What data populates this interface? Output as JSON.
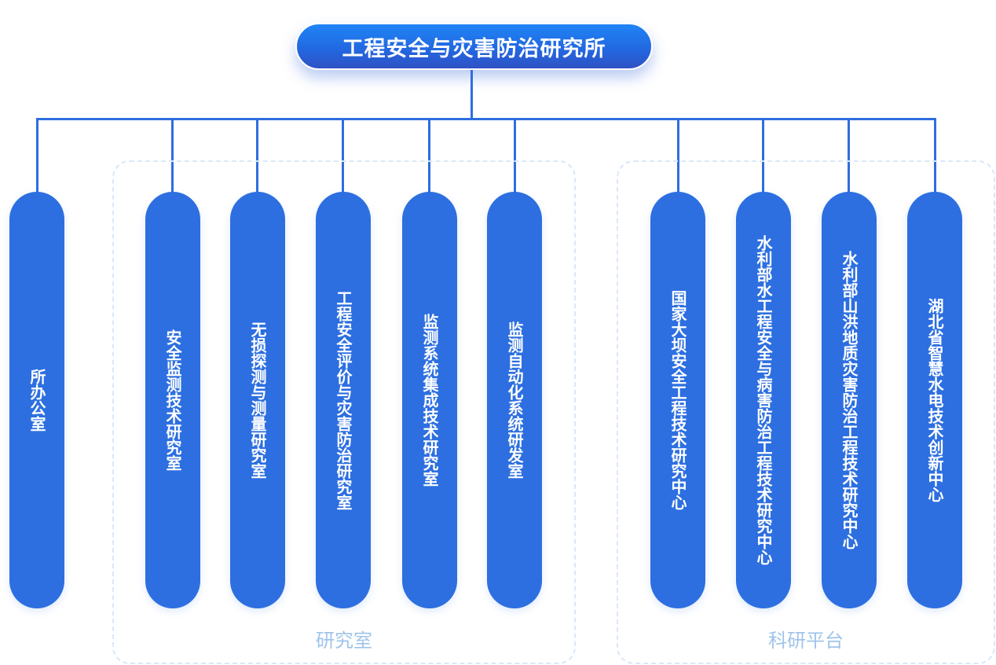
{
  "root": {
    "title": "工程安全与灾害防治研究所"
  },
  "colors": {
    "primary": "#2d6fe0",
    "line": "#2e6ee0",
    "group_border": "#d9e8f8",
    "group_label": "#9fc4ea"
  },
  "standalone": [
    {
      "label": "所办公室"
    }
  ],
  "groups": [
    {
      "label": "研究室",
      "items": [
        {
          "label": "安全监测技术研究室"
        },
        {
          "label": "无损探测与测量研究室"
        },
        {
          "label": "工程安全评价与灾害防治研究室"
        },
        {
          "label": "监测系统集成技术研究室"
        },
        {
          "label": "监测自动化系统研发室"
        }
      ]
    },
    {
      "label": "科研平台",
      "items": [
        {
          "label": "国家大坝安全工程技术研究中心"
        },
        {
          "label": "水利部水工程安全与病害防治工程技术研究中心"
        },
        {
          "label": "水利部山洪地质灾害防治工程技术研究中心"
        },
        {
          "label": "湖北省智慧水电技术创新中心"
        }
      ]
    }
  ]
}
